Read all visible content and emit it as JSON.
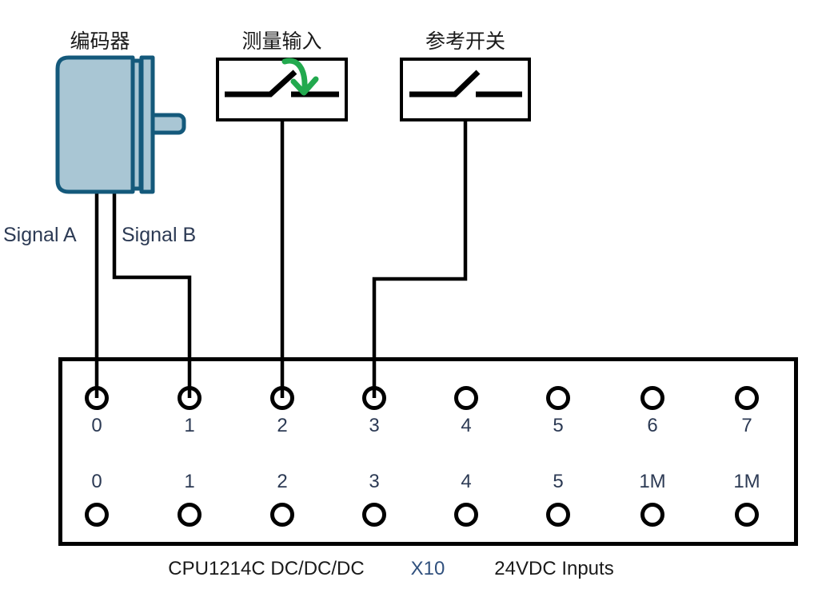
{
  "encoder": {
    "label": "编码器",
    "signal_a_label": "Signal A",
    "signal_b_label": "Signal B"
  },
  "measurement_input": {
    "label": "测量输入"
  },
  "reference_switch": {
    "label": "参考开关"
  },
  "terminal_block": {
    "top_row_labels": [
      "0",
      "1",
      "2",
      "3",
      "4",
      "5",
      "6",
      "7"
    ],
    "bottom_row_labels": [
      "0",
      "1",
      "2",
      "3",
      "4",
      "5",
      "1M",
      "1M"
    ],
    "caption": {
      "model": "CPU1214C DC/DC/DC",
      "connector": "X10",
      "description": "24VDC Inputs"
    }
  },
  "connections": [
    {
      "from": "encoder Signal A",
      "to": "input 0"
    },
    {
      "from": "encoder Signal B",
      "to": "input 1"
    },
    {
      "from": "测量输入",
      "to": "input 2"
    },
    {
      "from": "参考开关",
      "to": "input 3"
    }
  ],
  "colors": {
    "encoder_fill": "#a9c6d4",
    "encoder_stroke": "#14597b",
    "arrow_green": "#22a94e",
    "label_navy": "#2c3a54",
    "connector_blue": "#31517e",
    "wire_black": "#000000"
  }
}
